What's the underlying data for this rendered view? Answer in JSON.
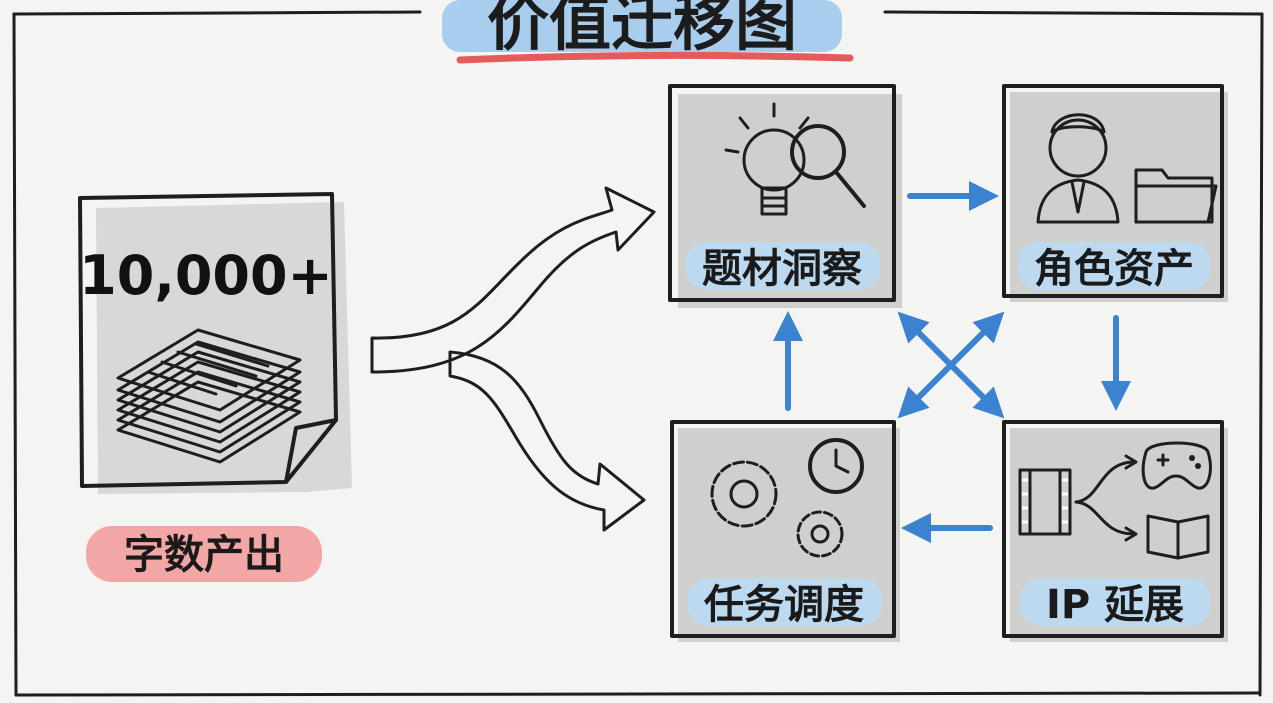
{
  "title": "价值迁移图",
  "source": {
    "count": "10,000+",
    "label": "字数产出"
  },
  "nodes": {
    "topic": {
      "label": "题材洞察",
      "icon": "lightbulb-magnifier-icon"
    },
    "character": {
      "label": "角色资产",
      "icon": "person-folder-icon"
    },
    "task": {
      "label": "任务调度",
      "icon": "gears-clock-icon"
    },
    "ip": {
      "label": "IP 延展",
      "icon": "film-gamepad-book-icon"
    }
  },
  "colors": {
    "red_accent": "#e35b5b",
    "blue_accent": "#3b82d0",
    "label_blue_bg": "#bcd9f0",
    "label_red_bg": "#f3a6a6",
    "ink": "#1e1e1e",
    "background": "#f4f4f2"
  }
}
